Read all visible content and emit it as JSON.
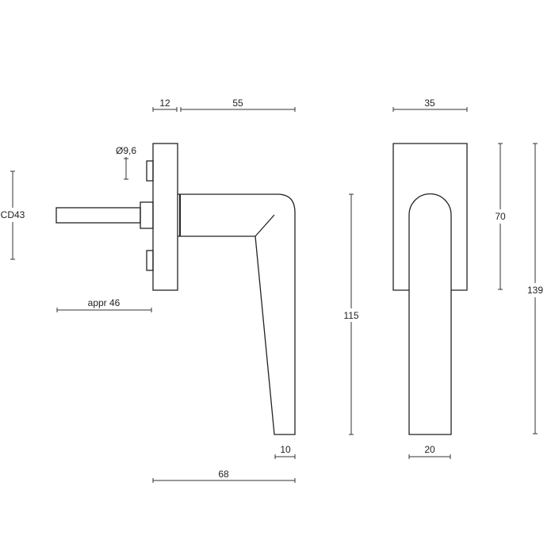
{
  "title": "Window handle technical drawing",
  "dimensions": {
    "rose_thickness": "12",
    "projection": "55",
    "spindle_diameter": "Ø9,6",
    "center_distance": "CD43",
    "spindle_length": "appr 46",
    "total_projection": "68",
    "grip_tip_width": "10",
    "handle_length": "115",
    "rose_width": "35",
    "rose_height": "70",
    "total_height": "139",
    "grip_width": "20"
  },
  "colors": {
    "line": "#222222",
    "background": "#ffffff"
  }
}
